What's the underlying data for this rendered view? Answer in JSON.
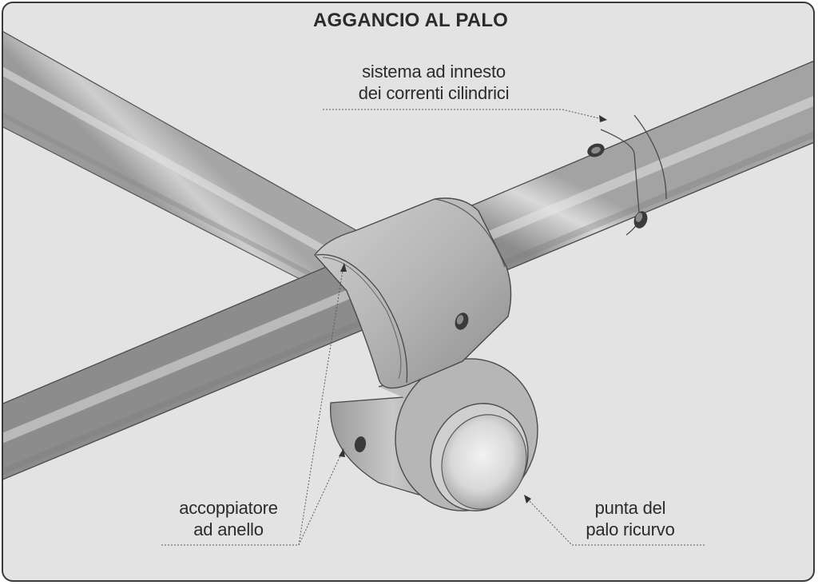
{
  "title": "AGGANCIO AL PALO",
  "labels": {
    "top": [
      "sistema ad innesto",
      "dei correnti cilindrici"
    ],
    "left": [
      "accoppiatore",
      "ad anello"
    ],
    "right": [
      "punta del",
      "palo ricurvo"
    ]
  },
  "colors": {
    "background": "#e3e3e3",
    "border": "#3a3a3a",
    "tube_light": "#d7d7d7",
    "tube_mid": "#a9a9a9",
    "tube_dark": "#7f7f7f",
    "outline": "#4a4a4a",
    "text": "#2b2b2b"
  }
}
